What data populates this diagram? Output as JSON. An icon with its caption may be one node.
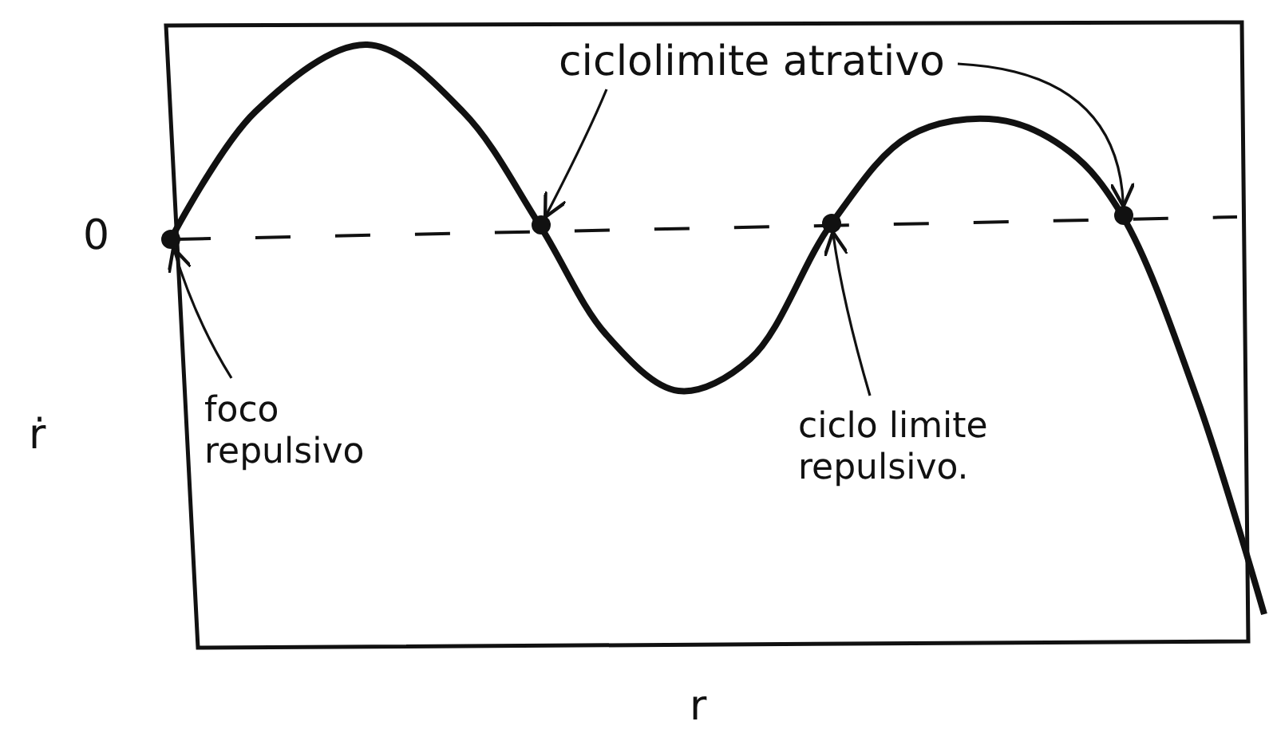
{
  "diagram": {
    "nodes": [
      {
        "text": [
          "ciclolimite atrativo"
        ]
      },
      {
        "text": [],
        "shape": "circle"
      },
      {
        "text": [],
        "shape": "circle"
      },
      {
        "text": [],
        "shape": "circle"
      },
      {
        "text": [],
        "shape": "circle"
      },
      {
        "text": [
          "foco repulsivo"
        ]
      },
      {
        "text": [
          "ciclo limite repulsivo."
        ]
      }
    ],
    "edges": [
      {
        "from": 0,
        "to": 2,
        "arrow": "to"
      },
      {
        "from": 0,
        "to": 4,
        "arrow": "to"
      },
      {
        "from": 5,
        "to": 1,
        "arrow": "to"
      },
      {
        "from": 6,
        "to": 3,
        "arrow": "to"
      }
    ],
    "labels": [
      "0",
      "ṙ",
      "r"
    ]
  }
}
